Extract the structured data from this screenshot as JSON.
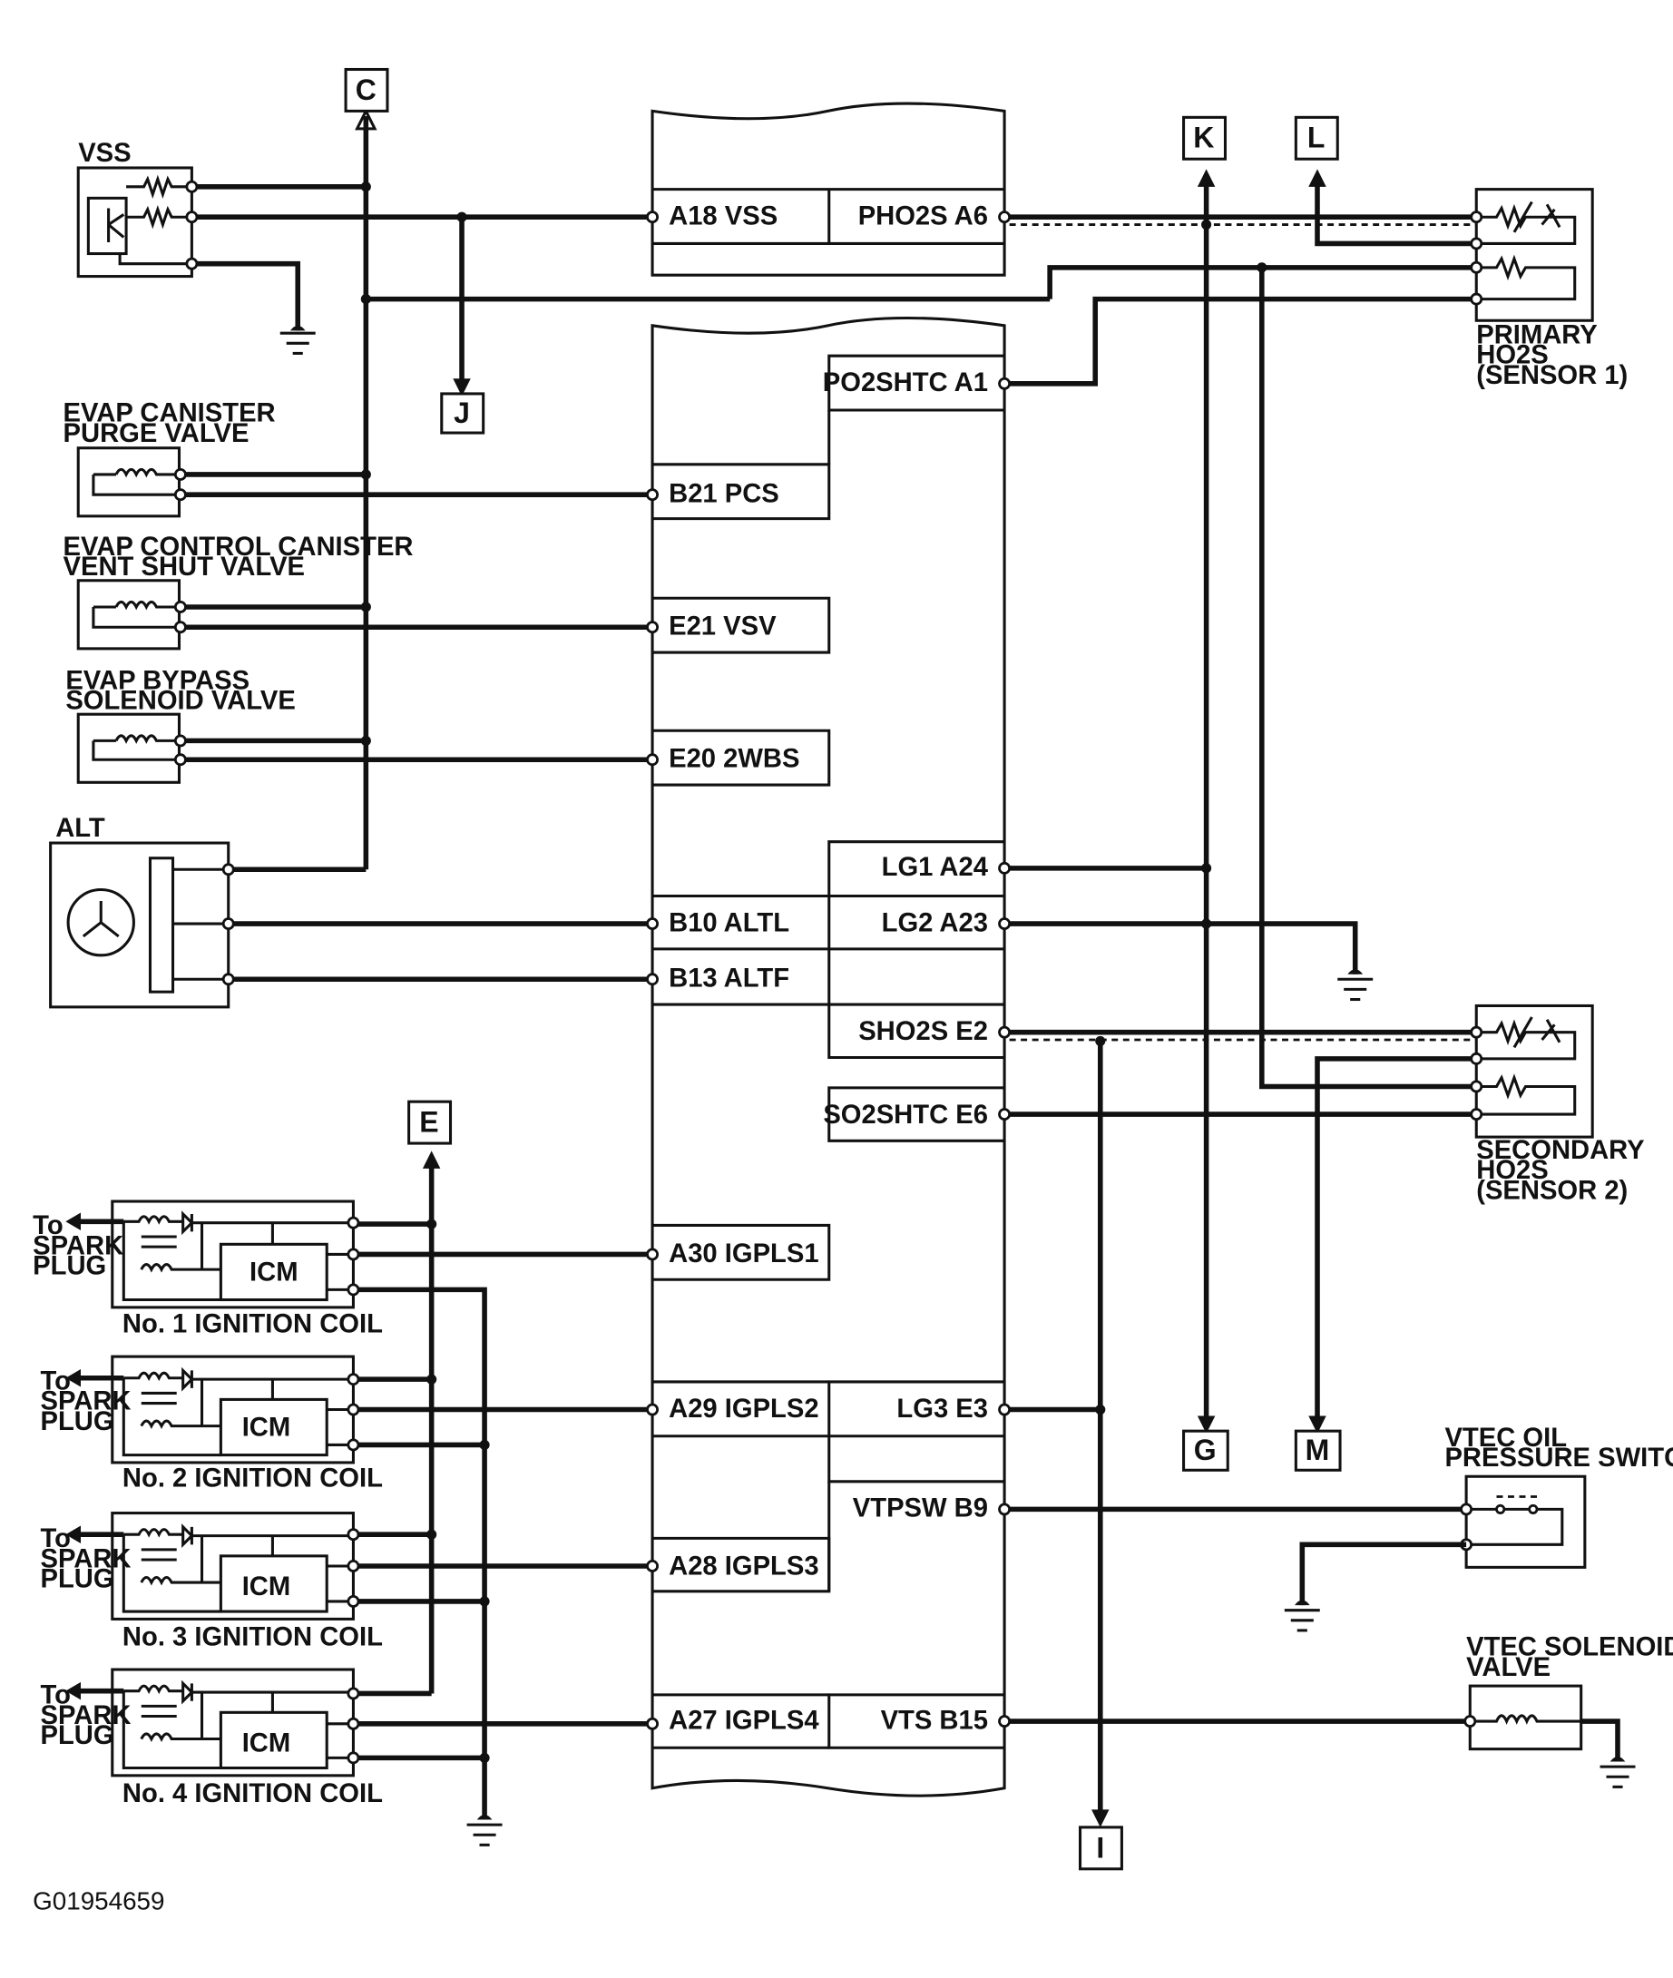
{
  "components": {
    "vss": "VSS",
    "evap_purge": [
      "EVAP CANISTER",
      "PURGE VALVE"
    ],
    "evap_vent": [
      "EVAP CONTROL CANISTER",
      "VENT SHUT VALVE"
    ],
    "evap_bypass": [
      "EVAP BYPASS",
      "SOLENOID VALVE"
    ],
    "alt": "ALT",
    "primary_ho2s": [
      "PRIMARY",
      "HO2S",
      "(SENSOR 1)"
    ],
    "secondary_ho2s": [
      "SECONDARY",
      "HO2S",
      "(SENSOR 2)"
    ],
    "vtec_oil_switch": [
      "VTEC OIL",
      "PRESSURE SWITCH"
    ],
    "vtec_solenoid": [
      "VTEC SOLENOID",
      "VALVE"
    ],
    "icm": "ICM",
    "ignition_coils": [
      "No. 1 IGNITION COIL",
      "No. 2 IGNITION COIL",
      "No. 3 IGNITION COIL",
      "No. 4 IGNITION COIL"
    ],
    "to_spark_plug": [
      "To",
      "SPARK",
      "PLUG"
    ]
  },
  "ecm_pins_left": [
    "A18 VSS",
    "B21 PCS",
    "E21 VSV",
    "E20 2WBS",
    "B10 ALTL",
    "B13 ALTF",
    "A30 IGPLS1",
    "A29 IGPLS2",
    "A28 IGPLS3",
    "A27 IGPLS4"
  ],
  "ecm_pins_right": [
    "PHO2S A6",
    "PO2SHTC A1",
    "LG1 A24",
    "LG2 A23",
    "SHO2S E2",
    "SO2SHTC E6",
    "LG3 E3",
    "VTPSW B9",
    "VTS B15"
  ],
  "connectors": [
    "C",
    "J",
    "K",
    "L",
    "E",
    "G",
    "M",
    "I"
  ],
  "figure_id": "G01954659"
}
